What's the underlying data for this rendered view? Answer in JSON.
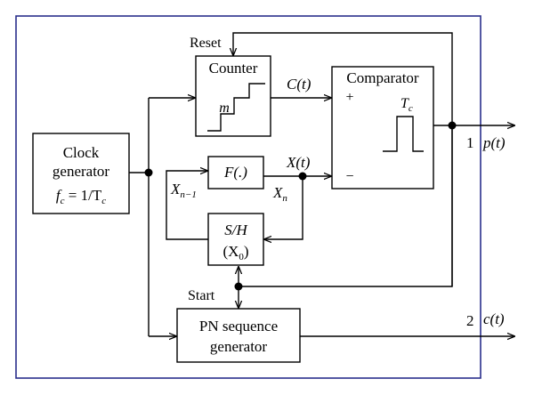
{
  "blocks": {
    "clock": {
      "line1": "Clock",
      "line2": "generator",
      "formula": "f",
      "formula_sub": "c",
      "formula_rest": " = 1/T",
      "formula_sub2": "c"
    },
    "counter": {
      "title": "Counter",
      "step_label": "m"
    },
    "comparator": {
      "title": "Comparator",
      "plus": "+",
      "minus": "−",
      "pulse_label": "T",
      "pulse_sub": "c"
    },
    "f_block": {
      "label": "F(.)"
    },
    "sh_block": {
      "line1": "S/H",
      "line2": "(X",
      "line2_sub": "0",
      "line2_end": ")"
    },
    "pn": {
      "line1": "PN sequence",
      "line2": "generator"
    }
  },
  "signals": {
    "reset": "Reset",
    "start": "Start",
    "ct": "C(t)",
    "xt": "X(t)",
    "xn": "X",
    "xn_sub": "n",
    "xn1": "X",
    "xn1_sub": "n−1",
    "out1_num": "1",
    "out1": "p(t)",
    "out2_num": "2",
    "out2": "c(t)"
  }
}
